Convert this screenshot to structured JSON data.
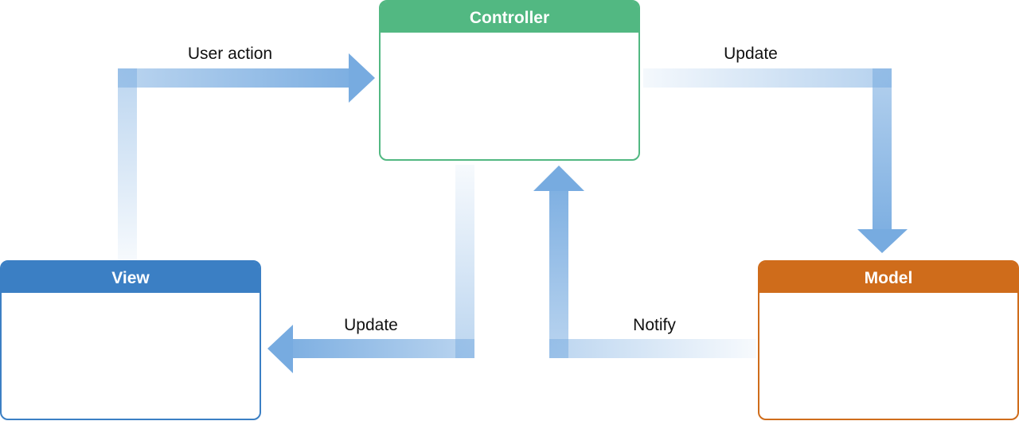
{
  "diagram": {
    "title": "",
    "colors": {
      "arrow": "#77abe0",
      "controller": "#52b882",
      "view": "#3b7fc4",
      "model": "#cf6c1b",
      "label_text": "#111111"
    },
    "boxes": {
      "controller": {
        "title": "Controller"
      },
      "view": {
        "title": "View"
      },
      "model": {
        "title": "Model"
      }
    },
    "edges": {
      "view_to_controller": {
        "label": "User action"
      },
      "controller_to_model": {
        "label": "Update"
      },
      "controller_to_view": {
        "label": "Update"
      },
      "model_to_controller": {
        "label": "Notify"
      }
    }
  }
}
